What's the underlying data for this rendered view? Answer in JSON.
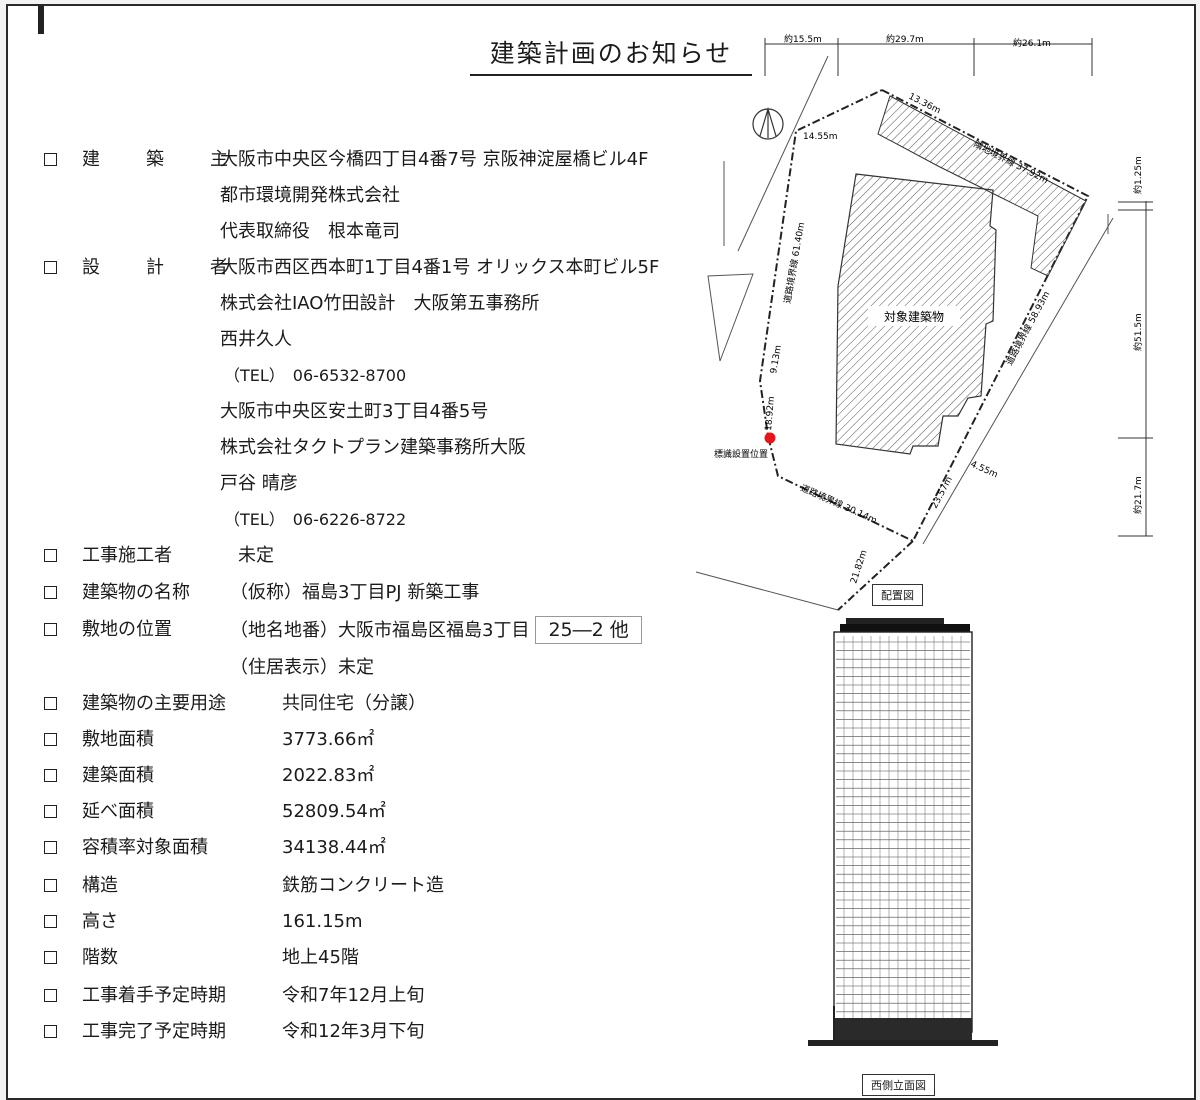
{
  "title": "建築計画のお知らせ",
  "items": [
    {
      "label": "建　築　主",
      "lines": [
        "大阪市中央区今橋四丁目4番7号 京阪神淀屋橋ビル4F",
        "都市環境開発株式会社",
        "代表取締役　根本竜司"
      ]
    },
    {
      "label": "設　計　者",
      "lines": [
        "大阪市西区西本町1丁目4番1号 オリックス本町ビル5F",
        "株式会社IAO竹田設計　大阪第五事務所",
        "西井久人",
        "（TEL）　06-6532-8700",
        "大阪市中央区安土町3丁目4番5号",
        "株式会社タクトプラン建築事務所大阪",
        "戸谷 晴彦",
        "（TEL）　06-6226-8722"
      ]
    },
    {
      "label": "工事施工者",
      "value": "未定"
    },
    {
      "label": "建築物の名称",
      "value": "（仮称）福島3丁目PJ 新築工事"
    },
    {
      "label": "敷地の位置",
      "value": "（地名地番）大阪市福島区福島3丁目",
      "value_box": "25―2 他",
      "value2": "（住居表示）未定"
    },
    {
      "label": "建築物の主要用途",
      "value": "共同住宅（分譲）"
    },
    {
      "label": "敷地面積",
      "value": "3773.66㎡"
    },
    {
      "label": "建築面積",
      "value": "2022.83㎡"
    },
    {
      "label": "延べ面積",
      "value": "52809.54㎡"
    },
    {
      "label": "容積率対象面積",
      "value": "34138.44㎡"
    },
    {
      "label": "構造",
      "value": "鉄筋コンクリート造"
    },
    {
      "label": "高さ",
      "value": "161.15m"
    },
    {
      "label": "階数",
      "value": "地上45階"
    },
    {
      "label": "工事着手予定時期",
      "value": "令和7年12月上旬"
    },
    {
      "label": "工事完了予定時期",
      "value": "令和12年3月下旬"
    }
  ],
  "site_plan": {
    "dims_top": [
      "約15.5m",
      "約29.7m",
      "約26.1m"
    ],
    "dims_right": [
      "約1.25m",
      "約51.5m",
      "約21.7m"
    ],
    "labels": [
      "13.36m",
      "隣地境界線 37.92m",
      "14.55m",
      "道路境界線 61.40m",
      "道路境界線 58.93m",
      "対象建築物",
      "9.13m",
      "18.92m",
      "標識設置位置",
      "道路境界線 30.14m",
      "23.57m",
      "4.55m",
      "21.82m"
    ],
    "caption": "配置図",
    "marker_color": "#e8141b"
  },
  "elevation": {
    "caption": "西側立面図"
  }
}
